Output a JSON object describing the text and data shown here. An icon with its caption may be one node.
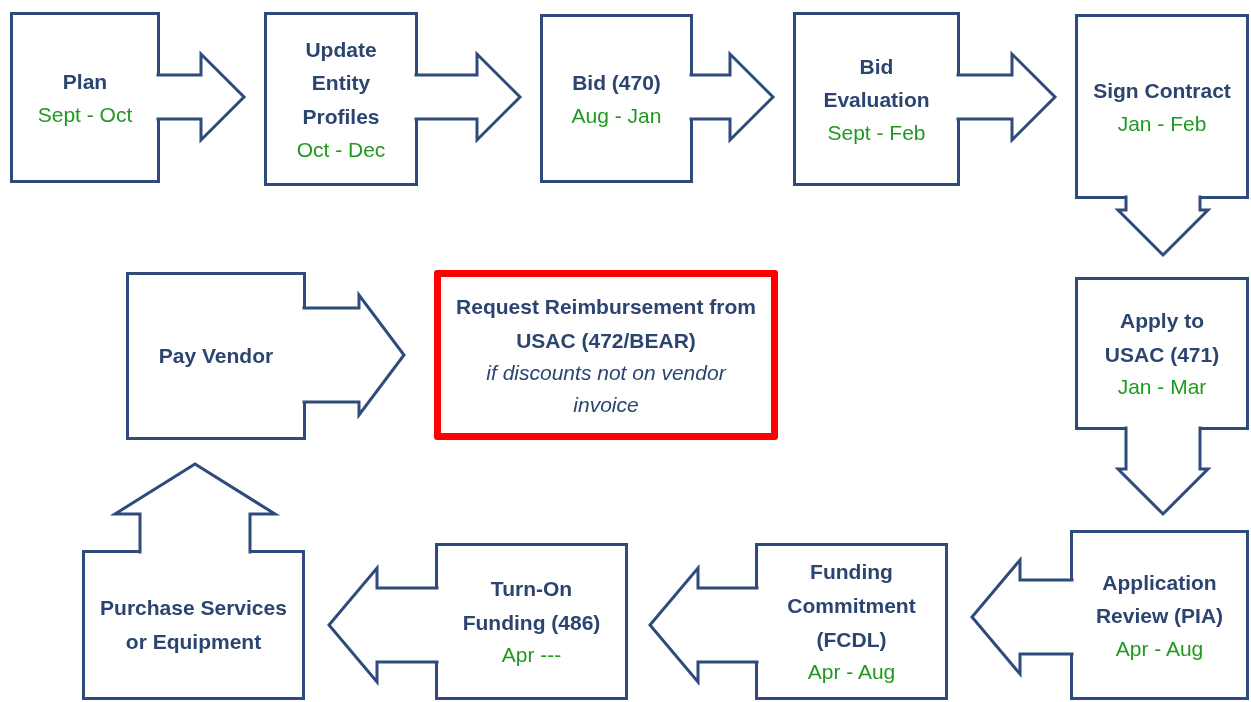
{
  "diagram": {
    "nodes": [
      {
        "text": [
          "Plan",
          "Sept - Oct"
        ]
      },
      {
        "text": [
          "Update Entity Profiles",
          "Oct - Dec"
        ]
      },
      {
        "text": [
          "Bid (470)",
          "Aug - Jan"
        ]
      },
      {
        "text": [
          "Bid Evaluation",
          "Sept - Feb"
        ]
      },
      {
        "text": [
          "Sign Contract",
          "Jan - Feb"
        ]
      },
      {
        "text": [
          "Apply to USAC (471)",
          "Jan - Mar"
        ]
      },
      {
        "text": [
          "Application Review (PIA)",
          "Apr - Aug"
        ]
      },
      {
        "text": [
          "Funding Commitment (FCDL)",
          "Apr - Aug"
        ]
      },
      {
        "text": [
          "Turn-On Funding (486)",
          "Apr ---"
        ]
      },
      {
        "text": [
          "Purchase Services or Equipment"
        ]
      },
      {
        "text": [
          "Pay Vendor"
        ]
      },
      {
        "text": [
          "Request Reimbursement from USAC (472/BEAR)",
          "if discounts not on vendor invoice"
        ]
      }
    ],
    "edges": [
      {
        "from": 0,
        "to": 1,
        "arrow": "to"
      },
      {
        "from": 1,
        "to": 2,
        "arrow": "to"
      },
      {
        "from": 2,
        "to": 3,
        "arrow": "to"
      },
      {
        "from": 3,
        "to": 4,
        "arrow": "to"
      },
      {
        "from": 4,
        "to": 5,
        "arrow": "to"
      },
      {
        "from": 5,
        "to": 6,
        "arrow": "to"
      },
      {
        "from": 6,
        "to": 7,
        "arrow": "to"
      },
      {
        "from": 7,
        "to": 8,
        "arrow": "to"
      },
      {
        "from": 8,
        "to": 9,
        "arrow": "to"
      },
      {
        "from": 9,
        "to": 10,
        "arrow": "to"
      },
      {
        "from": 10,
        "to": 11,
        "arrow": "to"
      }
    ]
  }
}
